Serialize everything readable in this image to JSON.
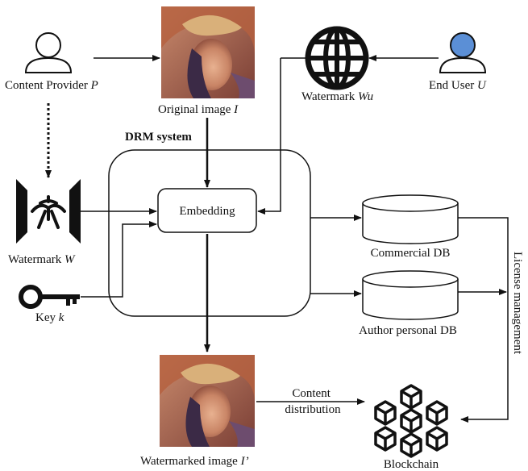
{
  "title": "DRM system",
  "nodes": {
    "content_provider": {
      "label": "Content Provider",
      "var": "P"
    },
    "original_image": {
      "label": "Original image",
      "var": "I"
    },
    "watermark_wu": {
      "label": "Watermark",
      "var": "Wu"
    },
    "end_user": {
      "label": "End User",
      "var": "U"
    },
    "watermark_w": {
      "label": "Watermark",
      "var": "W"
    },
    "key": {
      "label": "Key",
      "var": "k"
    },
    "embedding": {
      "label": "Embedding"
    },
    "commercial_db": {
      "label": "Commercial DB"
    },
    "author_db": {
      "label": "Author personal DB"
    },
    "watermarked_image": {
      "label": "Watermarked image",
      "var": "I’"
    },
    "blockchain": {
      "label": "Blockchain"
    }
  },
  "edges": {
    "content_distribution": [
      "Content",
      "distribution"
    ],
    "license_management": "License management"
  },
  "colors": {
    "line": "#111111",
    "end_user_fill": "#5b8fd6",
    "image_bg": "#b8735a"
  }
}
